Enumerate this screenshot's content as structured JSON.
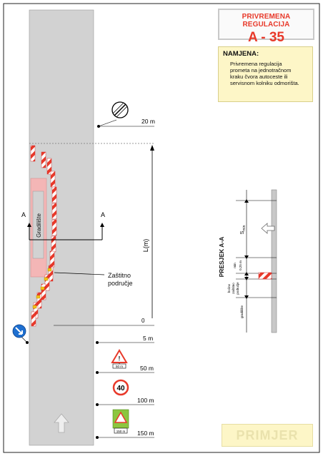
{
  "title": {
    "top": "PRIVREMENA REGULACIJA",
    "code": "A - 35"
  },
  "purpose": {
    "heading": "NAMJENA:",
    "text": "Privremena regulacija prometa na jednotračnom kraku čvora autoceste ili servisnom kolniku odmorišta."
  },
  "labels": {
    "gradiliste": "Gradilište",
    "section_a_left": "A",
    "section_a_right": "A",
    "protected_zone_line1": "Zaštitno",
    "protected_zone_line2": "područje",
    "length": "L(m)",
    "zero": "0"
  },
  "distances": {
    "d20": "20 m",
    "d5": "5 m",
    "d50": "50 m",
    "d100": "100 m",
    "d150": "150 m"
  },
  "signs": {
    "speed_limit": "40",
    "plate_50": "50 m",
    "plate_150": "150 m"
  },
  "section": {
    "title": "PRESJEK A-A",
    "s_min": "S",
    "s_min_sub": "min",
    "min_dist": "min",
    "min_dist_value": "0,25 m",
    "side_zone_1": "bočno",
    "side_zone_2": "zaštitno",
    "side_zone_3": "područje",
    "gradiliste": "gradilište"
  },
  "example": "PRIMJER",
  "colors": {
    "title_red": "#e8392a",
    "road_gray": "#d2d2d2",
    "worksite_pink": "#f4b6b6",
    "note_yellow": "#fdf6c7",
    "keep_right_blue": "#1e6fd0",
    "sign_green": "#8cc63f"
  }
}
